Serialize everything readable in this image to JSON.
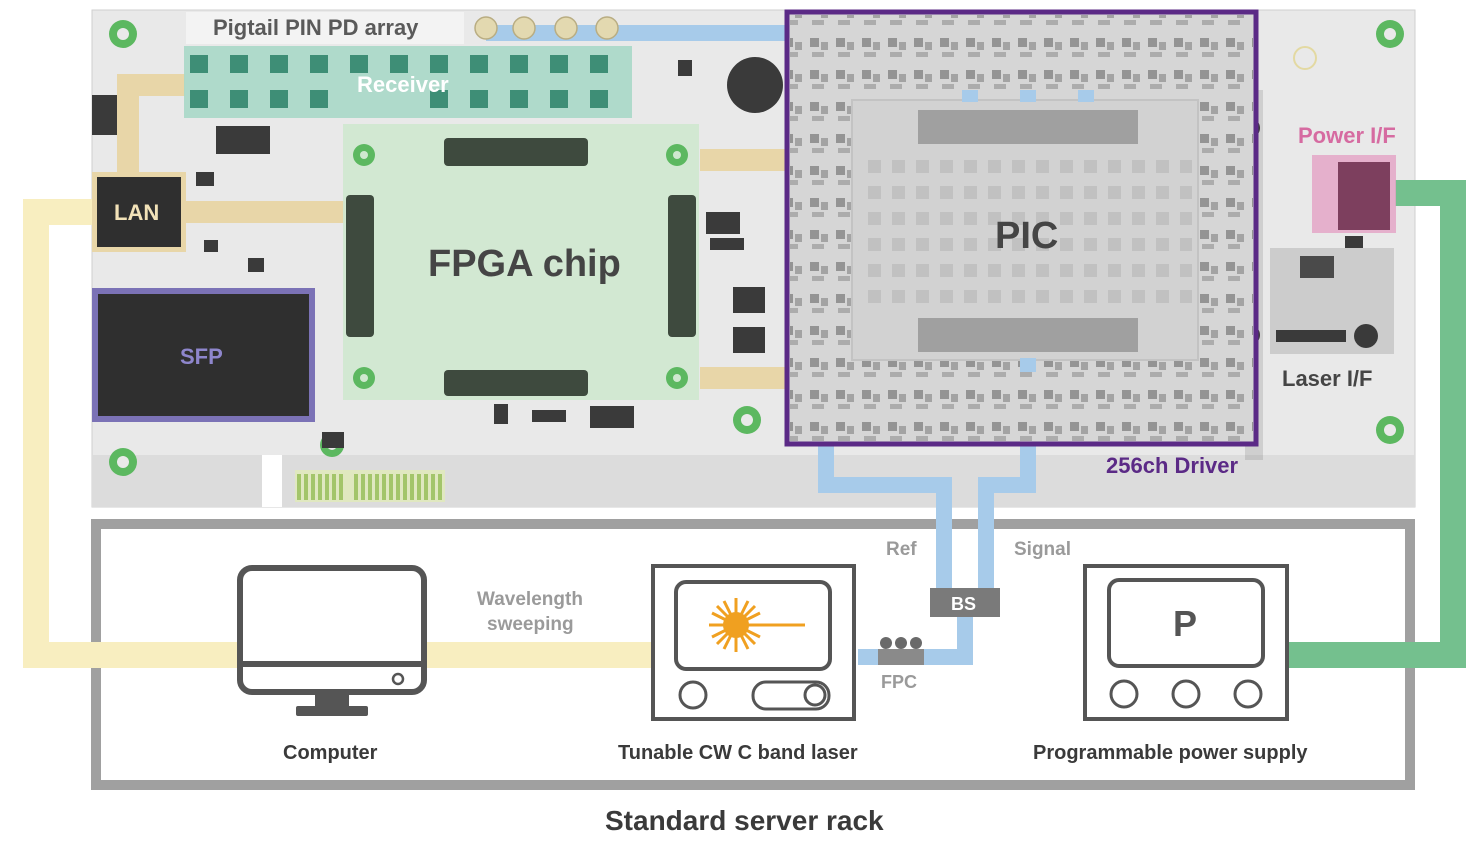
{
  "labels": {
    "pd_array": "Pigtail PIN PD array",
    "receiver": "Receiver",
    "lan": "LAN",
    "sfp": "SFP",
    "fpga": "FPGA chip",
    "pic": "PIC",
    "driver": "256ch Driver",
    "power_if": "Power I/F",
    "laser_if": "Laser I/F",
    "ref": "Ref",
    "signal": "Signal",
    "bs": "BS",
    "fpc": "FPC",
    "wavelength_line1": "Wavelength",
    "wavelength_line2": "sweeping",
    "computer": "Computer",
    "laser": "Tunable CW C band laser",
    "power_supply": "Programmable power supply",
    "power_symbol": "P",
    "rack": "Standard server rack"
  },
  "colors": {
    "board": "#ececec",
    "lan_cable": "#f8eec0",
    "fiber": "#a7cbea",
    "power_cable": "#74c08e",
    "driver_border": "#5b2a86",
    "sfp_border": "#7b72b6",
    "power_if": "#e4a6c7",
    "pcb_green": "#cfe8cf",
    "receiver": "#a8d8c8",
    "laser_sun": "#f0a020",
    "rack_border": "#a0a0a0",
    "device_outline": "#555555"
  }
}
